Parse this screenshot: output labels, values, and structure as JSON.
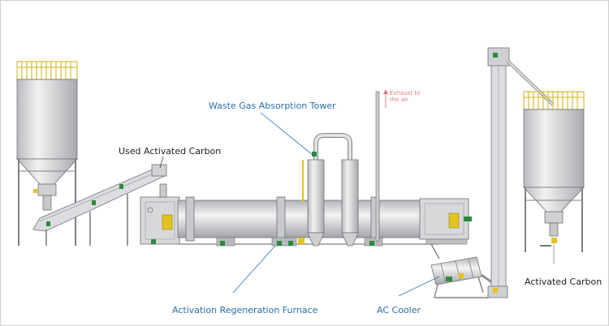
{
  "labels": {
    "waste_gas_tower": "Waste Gas Absorption Tower",
    "used_carbon": "Used Activated Carbon",
    "furnace": "Activation Regeneration Furnace",
    "cooler": "AC Cooler",
    "activated_carbon": "Activated Carbon",
    "exhaust": "Exhaust to the air"
  },
  "colors": {
    "metal": "#d9dadc",
    "metal_dark": "#a7a9ad",
    "outline": "#6f7276",
    "railing": "#d8c241",
    "accent_green": "#2c8a3c",
    "accent_yellow": "#e3c21d",
    "label_blue": "#2a6fa8",
    "exhaust_red": "#e27c73"
  }
}
